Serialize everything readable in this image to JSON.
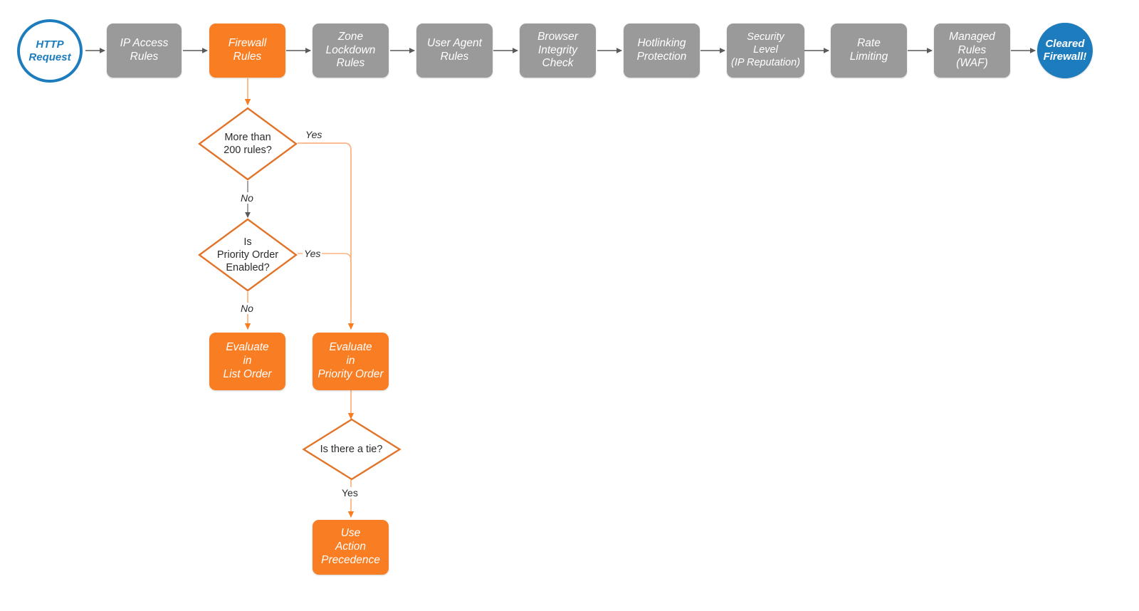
{
  "diagram": {
    "title": "Cloudflare request evaluation order flowchart",
    "colors": {
      "gray": "#9a9a9a",
      "orange": "#f97d22",
      "orange_light": "#fbb484",
      "blue": "#1c7cbd",
      "arrow_gray": "#5a5a5a",
      "text_dark": "#2b2b2b",
      "background": "#ffffff"
    }
  },
  "pipeline": {
    "start": {
      "label": "HTTP\nRequest",
      "kind": "terminator-start"
    },
    "steps": [
      {
        "label": "IP Access\nRules",
        "color": "gray"
      },
      {
        "label": "Firewall\nRules",
        "color": "orange"
      },
      {
        "label": "Zone\nLockdown\nRules",
        "color": "gray"
      },
      {
        "label": "User Agent\nRules",
        "color": "gray"
      },
      {
        "label": "Browser\nIntegrity\nCheck",
        "color": "gray"
      },
      {
        "label": "Hotlinking\nProtection",
        "color": "gray"
      },
      {
        "label": "Security\nLevel\n(IP Reputation)",
        "color": "gray"
      },
      {
        "label": "Rate\nLimiting",
        "color": "gray"
      },
      {
        "label": "Managed\nRules\n(WAF)",
        "color": "gray"
      }
    ],
    "end": {
      "label": "Cleared\nFirewall!",
      "kind": "terminator-end"
    }
  },
  "branch": {
    "decisions": [
      {
        "id": "more-than-200-rules",
        "label": "More than\n200 rules?"
      },
      {
        "id": "is-priority-order-enabled",
        "label": "Is\nPriority Order\nEnabled?"
      },
      {
        "id": "is-there-a-tie",
        "label": "Is there a tie?"
      }
    ],
    "outcomes": [
      {
        "id": "evaluate-in-list-order",
        "label": "Evaluate\nin\nList Order",
        "color": "orange"
      },
      {
        "id": "evaluate-in-priority-order",
        "label": "Evaluate\nin\nPriority Order",
        "color": "orange"
      },
      {
        "id": "use-action-precedence",
        "label": "Use\nAction\nPrecedence",
        "color": "orange"
      }
    ],
    "edge_labels": {
      "more_than_200_yes": "Yes",
      "more_than_200_no": "No",
      "priority_order_yes": "Yes",
      "priority_order_no": "No",
      "tie_yes": "Yes"
    }
  }
}
